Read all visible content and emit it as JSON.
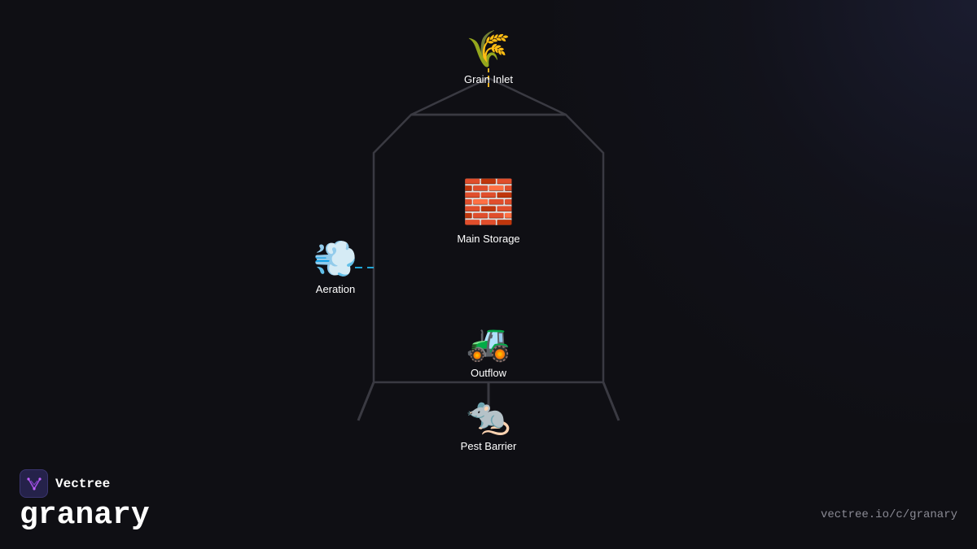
{
  "diagram": {
    "nodes": [
      {
        "id": "grain-inlet",
        "icon": "wheat-icon",
        "emoji": "🌾",
        "label": "Grain Inlet"
      },
      {
        "id": "main-storage",
        "icon": "brick-icon",
        "emoji": "🧱",
        "label": "Main Storage"
      },
      {
        "id": "aeration",
        "icon": "wind-icon",
        "emoji": "💨",
        "label": "Aeration"
      },
      {
        "id": "outflow",
        "icon": "tractor-icon",
        "emoji": "🚜",
        "label": "Outflow"
      },
      {
        "id": "pest-barrier",
        "icon": "rat-icon",
        "emoji": "🐀",
        "label": "Pest Barrier"
      }
    ],
    "colors": {
      "structure": "#3a3a42",
      "inlet_connector": "#e8b020",
      "aeration_connector": "#22a6d6",
      "background": "#0f0f14"
    }
  },
  "brand": {
    "name": "Vectree",
    "title": "granary",
    "url": "vectree.io/c/granary"
  }
}
